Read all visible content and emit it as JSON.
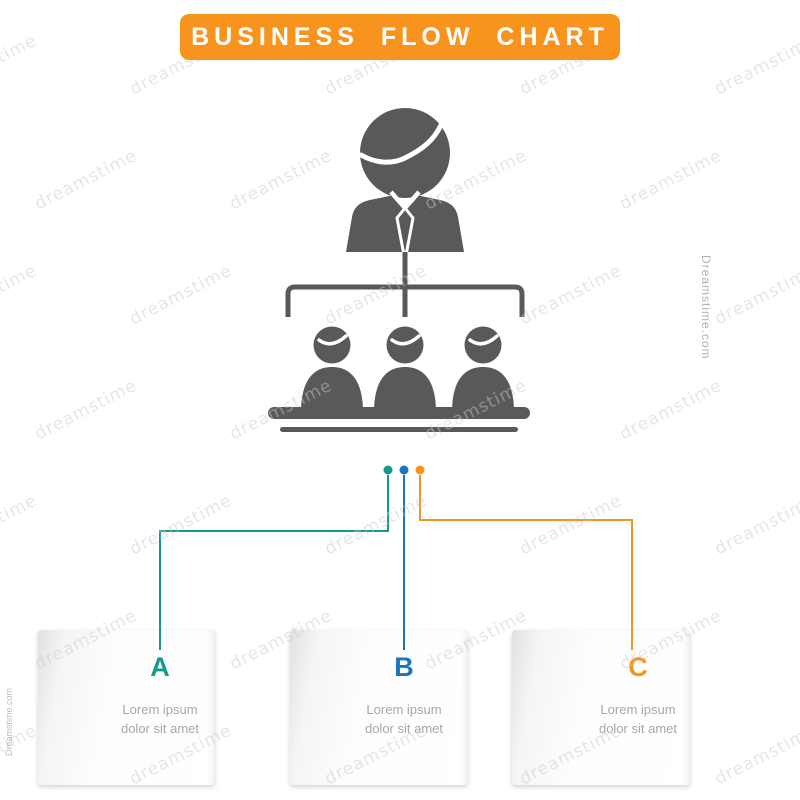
{
  "banner": {
    "label": "BUSINESS FLOW CHART",
    "bg": "#F7941E"
  },
  "icon": {
    "label": "team-org-chart",
    "color": "#58595B"
  },
  "flow": {
    "dots": [
      {
        "id": "A",
        "color": "#15998A"
      },
      {
        "id": "B",
        "color": "#1C74BB"
      },
      {
        "id": "C",
        "color": "#F7941E"
      }
    ]
  },
  "cards": [
    {
      "letter": "A",
      "color": "#15998A",
      "line1": "Lorem ipsum",
      "line2": "dolor sit amet"
    },
    {
      "letter": "B",
      "color": "#1C74BB",
      "line1": "Lorem ipsum",
      "line2": "dolor sit amet"
    },
    {
      "letter": "C",
      "color": "#F7941E",
      "line1": "Lorem ipsum",
      "line2": "dolor sit amet"
    }
  ],
  "watermark": {
    "tile_text": "dreamstime",
    "right_text": "Dreamstime.com",
    "left_text": "Dreamstime.com"
  }
}
